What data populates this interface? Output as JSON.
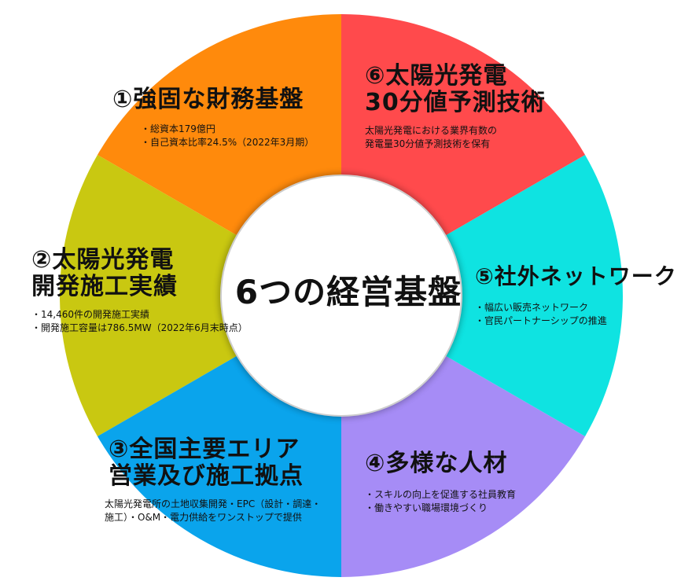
{
  "center": {
    "title": "6つの経営基盤"
  },
  "segments": [
    {
      "color": "#FF8A0C",
      "title": [
        "①強固な財務基盤"
      ],
      "body": [
        "・総資本179億円",
        "・自己資本比率24.5%（2022年3月期）"
      ]
    },
    {
      "color": "#C9C811",
      "title": [
        "②太陽光発電",
        "開発施工実績"
      ],
      "body": [
        "・14,460件の開発施工実績",
        "・開発施工容量は786.5MW（2022年6月末時点）"
      ]
    },
    {
      "color": "#0AA4EC",
      "title": [
        "③全国主要エリア",
        "営業及び施工拠点"
      ],
      "body": [
        "太陽光発電所の土地収集開発・EPC（設計・調達・",
        "施工）・O&M・電力供給をワンストップで提供"
      ]
    },
    {
      "color": "#A68CF6",
      "title": [
        "④多様な人材"
      ],
      "body": [
        "・スキルの向上を促進する社員教育",
        "・働きやすい職場環境づくり"
      ]
    },
    {
      "color": "#0FE3E1",
      "title": [
        "⑤社外ネットワーク"
      ],
      "body": [
        "・幅広い販売ネットワーク",
        "・官民パートナーシップの推進"
      ]
    },
    {
      "color": "#FF4A4C",
      "title": [
        "⑥太陽光発電",
        "30分値予測技術"
      ],
      "body": [
        "太陽光発電における業界有数の",
        "発電量30分値予測技術を保有"
      ]
    }
  ]
}
